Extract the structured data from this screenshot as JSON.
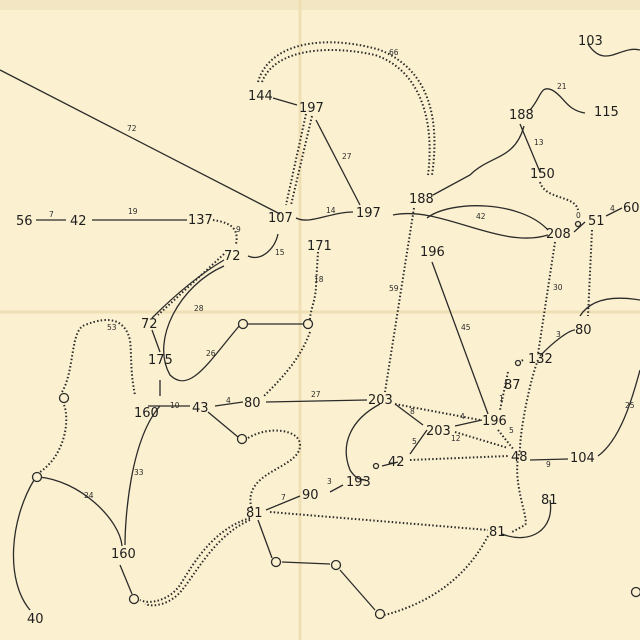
{
  "diagram": {
    "node_labels": {
      "n103": "103",
      "n144": "144",
      "n197a": "197",
      "n188a": "188",
      "n115": "115",
      "n150": "150",
      "n188b": "188",
      "n197b": "197",
      "n56": "56",
      "n42a": "42",
      "n137": "137",
      "n107": "107",
      "n171": "171",
      "n196a": "196",
      "n208": "208",
      "n51": "51",
      "n60": "60",
      "n72a": "72",
      "n72b": "72",
      "n175": "175",
      "n80a": "80",
      "n132": "132",
      "n87": "87",
      "n160a": "160",
      "n43": "43",
      "n80b": "80",
      "n203a": "203",
      "n196b": "196",
      "n203b": "203",
      "n42b": "42",
      "n48": "48",
      "n104": "104",
      "n193": "193",
      "n90": "90",
      "n81a": "81",
      "n81b": "81",
      "n81c": "81",
      "n160b": "160",
      "n40": "40"
    },
    "edge_labels": {
      "e72": "72",
      "e66": "66",
      "e27": "27",
      "e21": "21",
      "e13": "13",
      "e14": "14",
      "e7": "7",
      "e19": "19",
      "e9": "9",
      "e15": "15",
      "e18": "18",
      "e59": "59",
      "e42": "42",
      "e45": "45",
      "e0": "0",
      "e4a": "4",
      "e30": "30",
      "e28": "28",
      "e26": "26",
      "e53": "53",
      "e3a": "3",
      "e10": "10",
      "e4b": "4",
      "e27b": "27",
      "e8": "8",
      "e4c": "4",
      "e1": "1",
      "e25": "25",
      "e5a": "5",
      "e12": "12",
      "e5b": "5",
      "e9b": "9",
      "e33": "33",
      "e24": "24",
      "e7b": "7",
      "e3b": "3"
    }
  }
}
